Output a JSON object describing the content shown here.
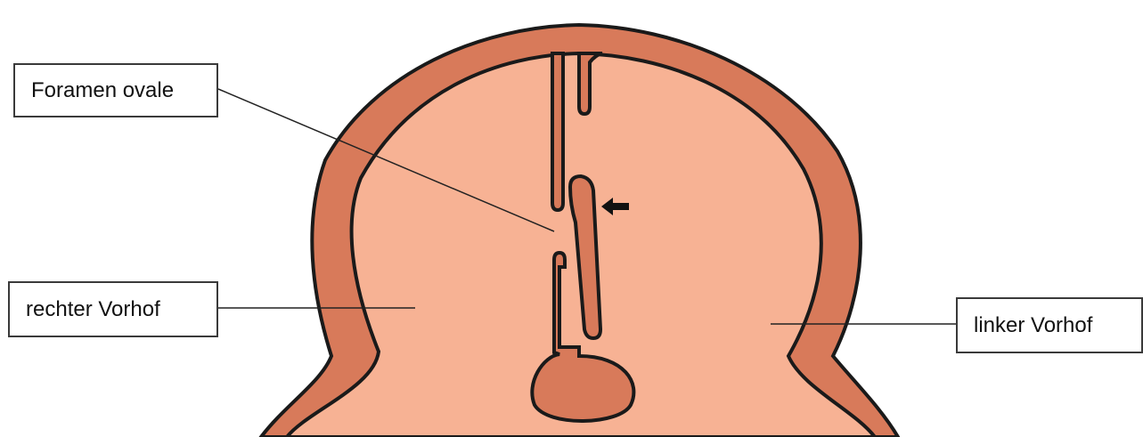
{
  "labels": {
    "foramen_ovale": "Foramen ovale",
    "right_atrium": "rechter Vorhof",
    "left_atrium": "linker Vorhof"
  },
  "colors": {
    "wall": "#d87a5a",
    "chamber": "#f7b294",
    "outline": "#1a1a1a",
    "leader_line": "#222222",
    "background": "#ffffff"
  },
  "icons": {
    "flow_arrow": "arrow-left-icon"
  }
}
